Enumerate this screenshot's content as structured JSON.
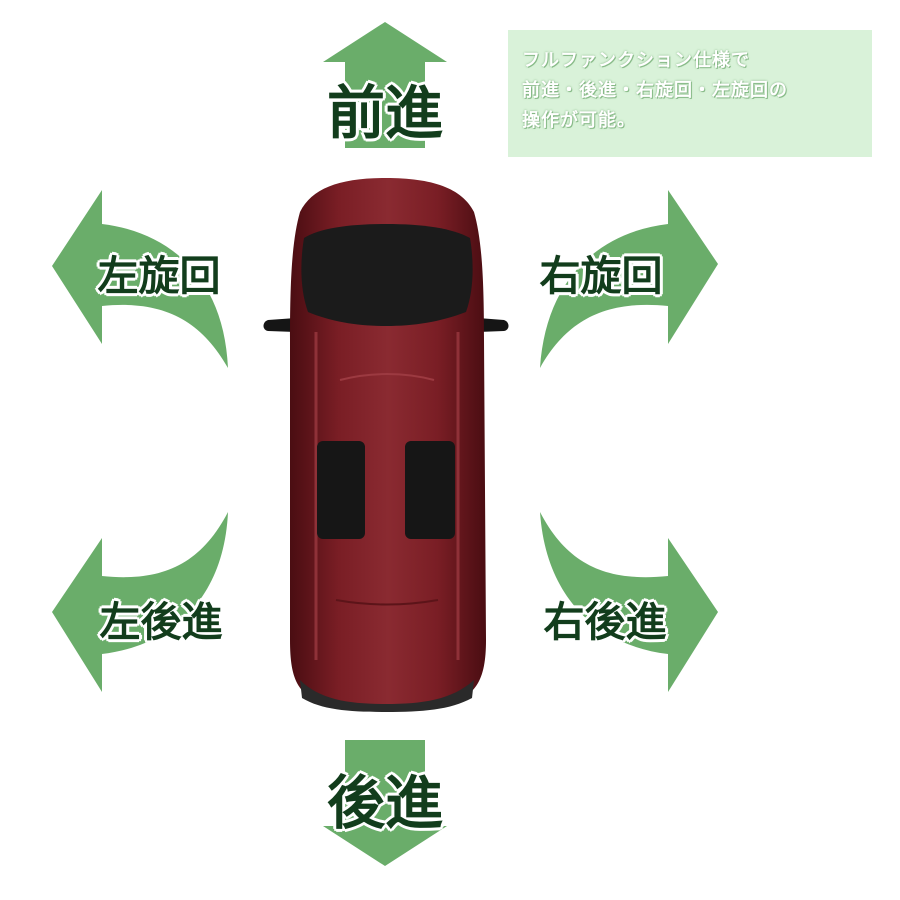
{
  "labels": {
    "forward": "前進",
    "backward": "後進",
    "turn_left": "左旋回",
    "turn_right": "右旋回",
    "back_left": "左後進",
    "back_right": "右後進"
  },
  "info_box": {
    "lines": [
      "フルファンクション仕様で",
      "前進・後進・右旋回・左旋回の",
      "操作が可能。"
    ]
  },
  "colors": {
    "arrow_green": "#6aad6a",
    "label_dark_green": "#123d1c",
    "info_bg": "#d9f2d9",
    "car_body": "#6e1a20",
    "car_glass": "#1b1b1b"
  }
}
